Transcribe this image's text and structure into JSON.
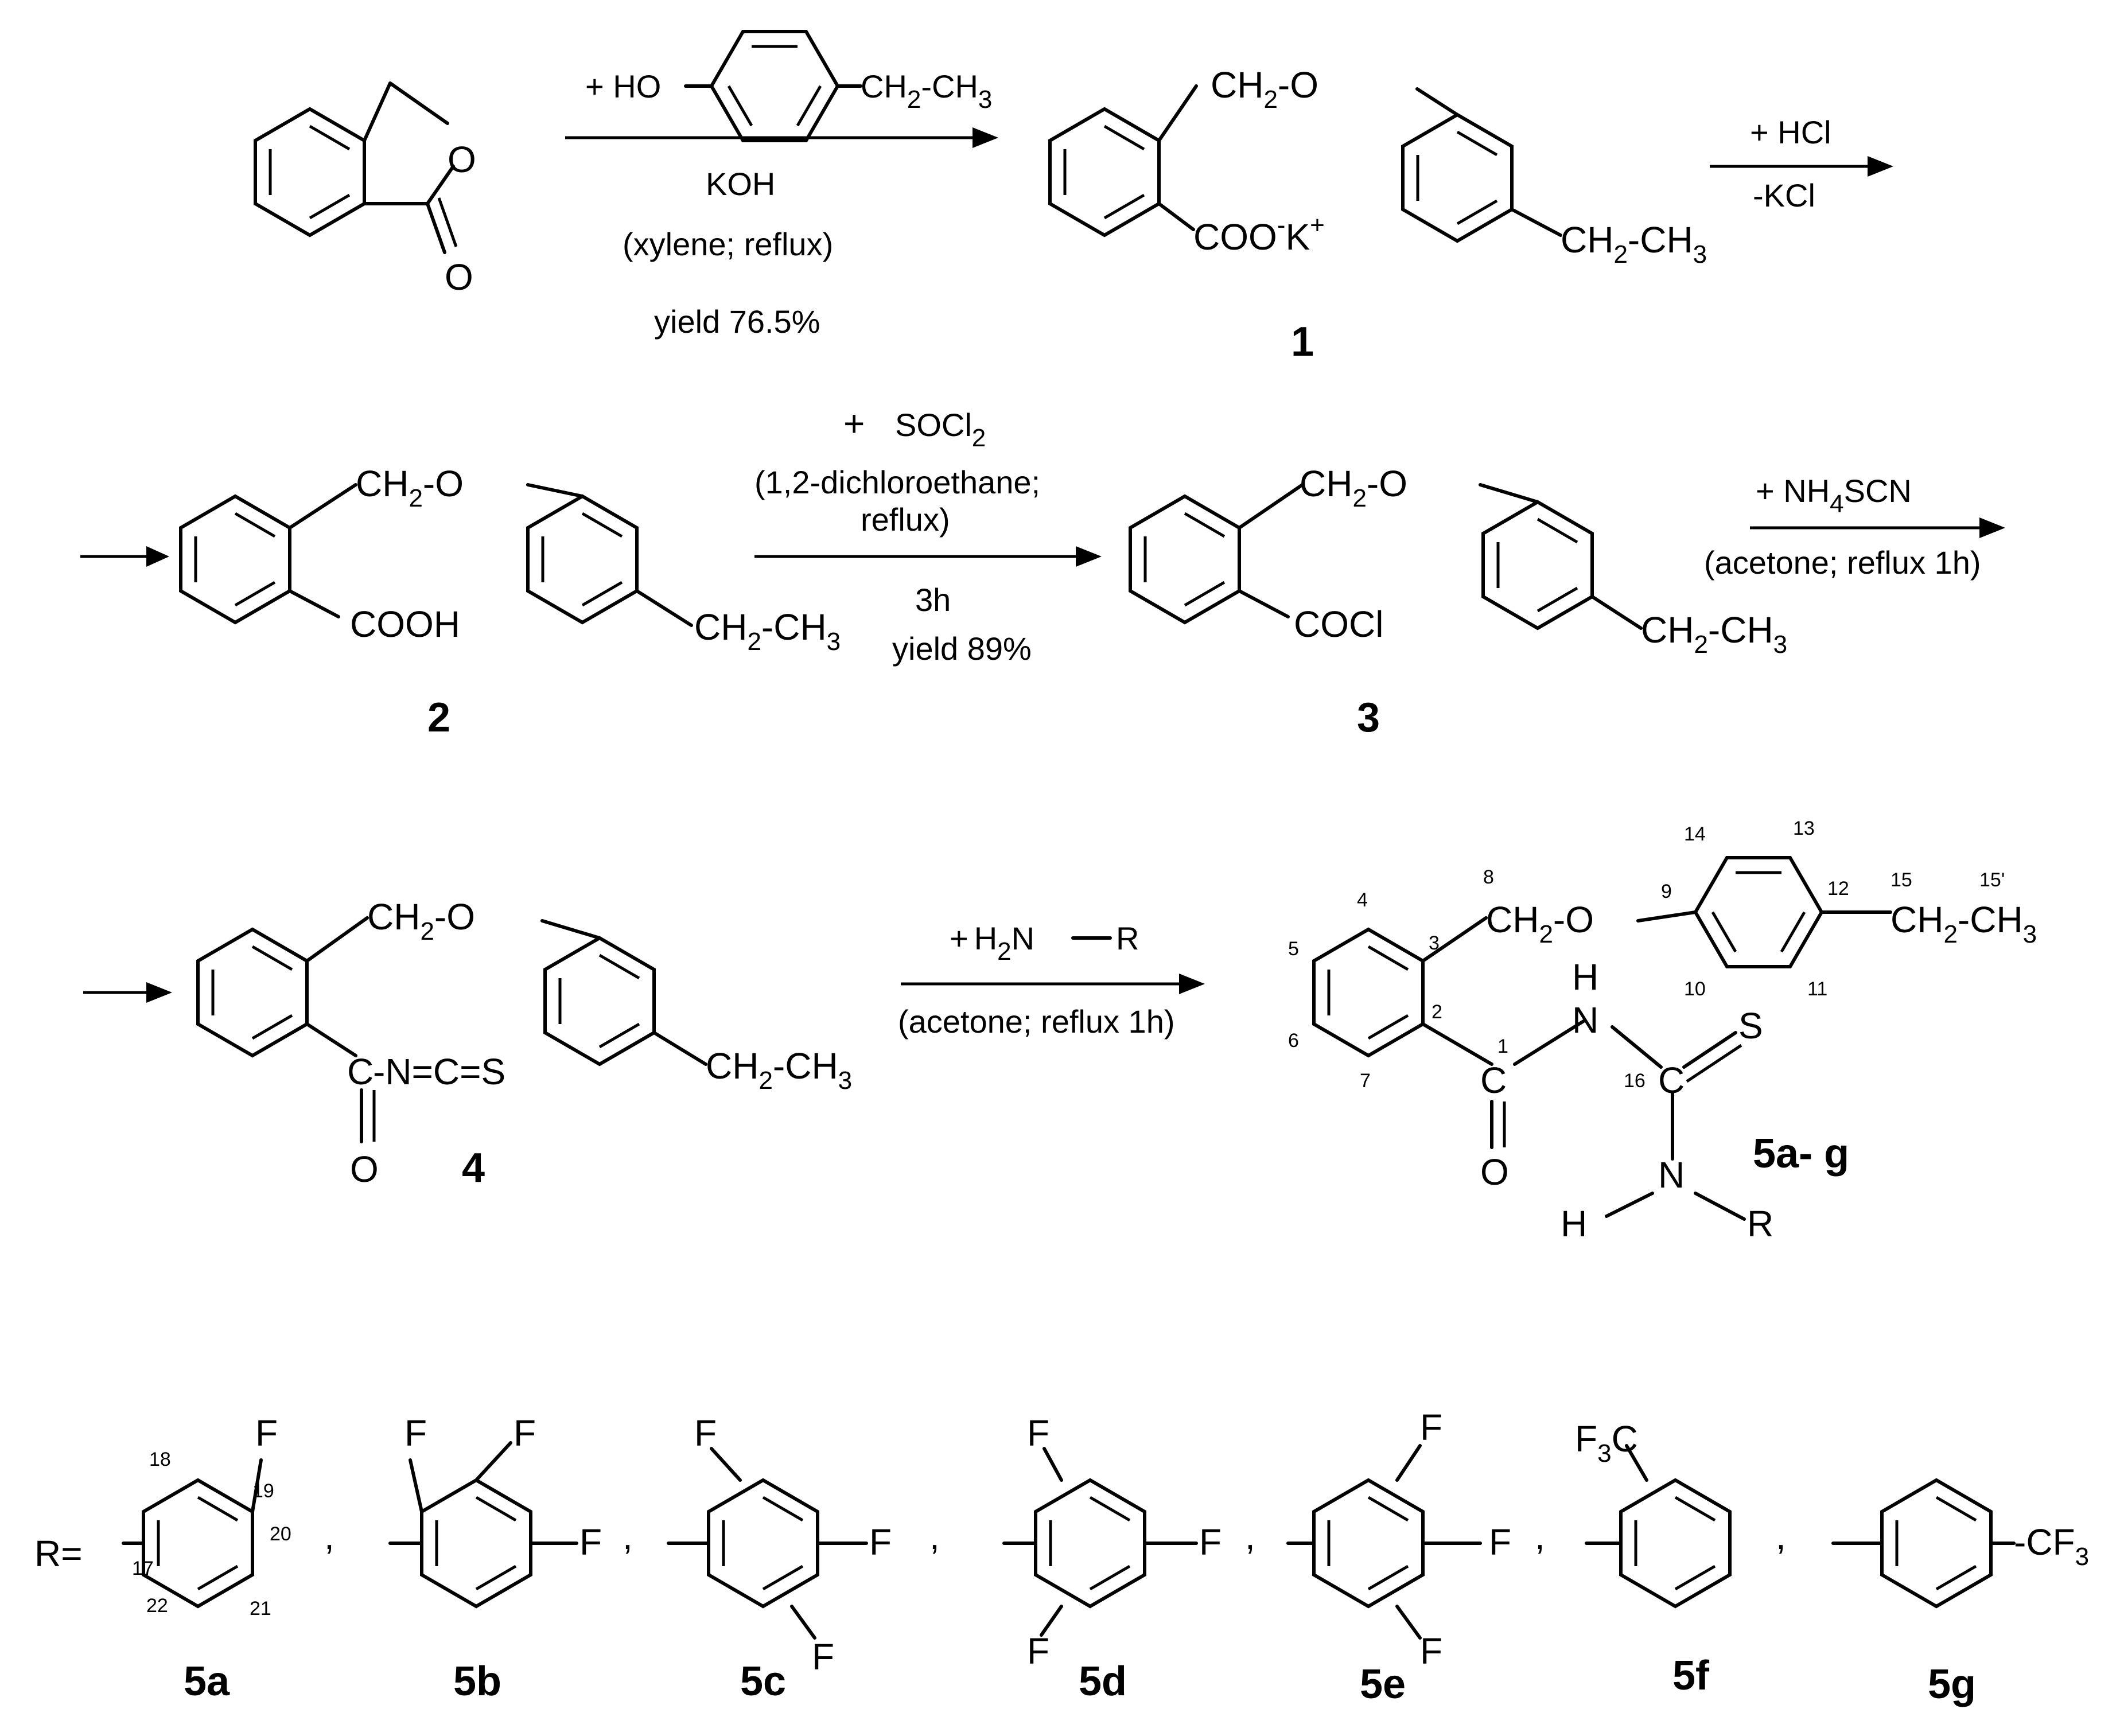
{
  "step1": {
    "reagent_prefix": "+ HO",
    "reagent_tail": "CH",
    "reagent_tail_sub": "2",
    "reagent_tail2": "-CH",
    "reagent_tail2_sub": "3",
    "base": "KOH",
    "conditions": "(xylene; reflux)",
    "yield": "yield 76.5%"
  },
  "phthalide": {
    "ring_o": "O",
    "carbonyl_o": "O"
  },
  "compound1": {
    "ch2": "CH",
    "ch2_sub": "2",
    "ether_o": "-O",
    "coo": "COO",
    "minus": "-",
    "k": "K",
    "plus": "+",
    "ethyl": "CH",
    "ethyl_sub": "2",
    "ethyl2": "-CH",
    "ethyl2_sub": "3",
    "number": "1"
  },
  "step2": {
    "reagent": "+ HCl",
    "byproduct": "-KCl"
  },
  "compound2": {
    "ch2": "CH",
    "ch2_sub": "2",
    "ether_o": "-O",
    "acid": "COOH",
    "ethyl": "CH",
    "ethyl_sub": "2",
    "ethyl2": "-CH",
    "ethyl2_sub": "3",
    "number": "2"
  },
  "step3": {
    "plus": "+",
    "reagent": "SOCl",
    "reagent_sub": "2",
    "solvent_line1": "(1,2-dichloroethane;",
    "solvent_line2": "reflux)",
    "time": "3h",
    "yield": "yield 89%"
  },
  "compound3": {
    "ch2": "CH",
    "ch2_sub": "2",
    "ether_o": "-O",
    "acyl": "COCl",
    "ethyl": "CH",
    "ethyl_sub": "2",
    "ethyl2": "-CH",
    "ethyl2_sub": "3",
    "number": "3"
  },
  "step4": {
    "reagent": "+ NH",
    "reagent_sub": "4",
    "reagent_tail": "SCN",
    "conditions": "(acetone; reflux 1h)"
  },
  "compound4": {
    "ch2": "CH",
    "ch2_sub": "2",
    "ether_o": "-O",
    "c": "C",
    "isothiocyanate": "-N=C=S",
    "carbonyl_o": "O",
    "ethyl": "CH",
    "ethyl_sub": "2",
    "ethyl2": "-CH",
    "ethyl2_sub": "3",
    "number": "4"
  },
  "step5": {
    "reagent_plus": "+",
    "reagent_h": "H",
    "reagent_h_sub": "2",
    "reagent_n": "N",
    "reagent_r": "R",
    "conditions": "(acetone; reflux 1h)"
  },
  "compound5": {
    "ch2": "CH",
    "ch2_sub": "2",
    "ether_o": "-O",
    "ethyl": "CH",
    "ethyl_sub": "2",
    "ethyl2": "-CH",
    "ethyl2_sub": "3",
    "nh_n": "N",
    "nh_h": "H",
    "s": "S",
    "c1": "C",
    "c16": "C",
    "carbonyl_o": "O",
    "n2": "N",
    "h2": "H",
    "r": "R",
    "numbers": [
      "1",
      "2",
      "3",
      "4",
      "5",
      "6",
      "7",
      "8",
      "9",
      "10",
      "11",
      "12",
      "13",
      "14",
      "15",
      "15'",
      "16"
    ],
    "number": "5a- g"
  },
  "r_groups": {
    "prefix": "R=",
    "separator": ",",
    "a": {
      "F": "F",
      "numbers": [
        "17",
        "18",
        "19",
        "20",
        "21",
        "22"
      ],
      "label": "5a"
    },
    "b": {
      "F1": "F",
      "F2": "F",
      "F3": "F",
      "label": "5b"
    },
    "c": {
      "F1": "F",
      "F2": "F",
      "F3": "F",
      "label": "5c"
    },
    "d": {
      "F1": "F",
      "F2": "F",
      "F3": "F",
      "label": "5d"
    },
    "e": {
      "F1": "F",
      "F2": "F",
      "F3": "F",
      "label": "5e"
    },
    "f": {
      "cf3": "F",
      "cf3_sub": "3",
      "cf3_c": "C",
      "label": "5f"
    },
    "g": {
      "cf3": "-CF",
      "cf3_sub": "3",
      "label": "5g"
    }
  }
}
